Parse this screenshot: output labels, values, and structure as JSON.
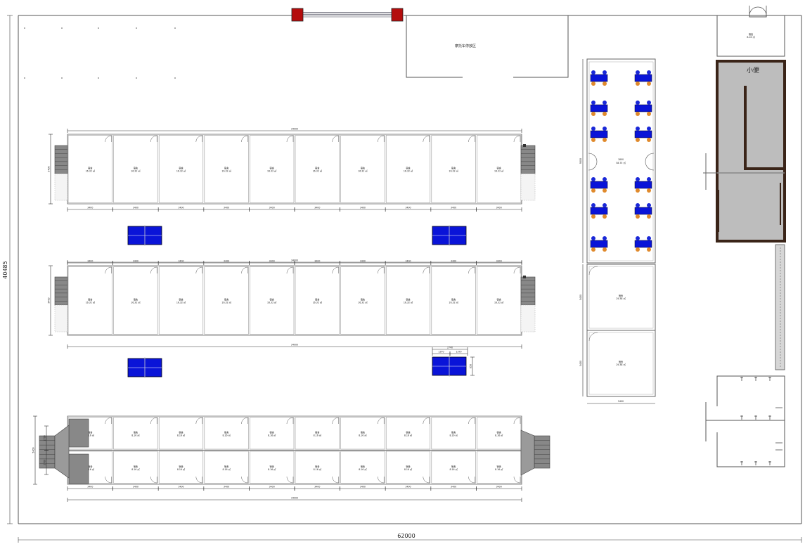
{
  "plan": {
    "overall_width_label": "62000",
    "overall_height_label": "40485",
    "moto_parking_label": "摩托车停放区",
    "urinal_label": "小便",
    "room_label": "宿舍",
    "room_area_label": "16.32 ㎡",
    "small_room_area_label": "8.16 ㎡",
    "office_area_label": "29.38 ㎡",
    "canteen_area_label": "58.75 ㎡",
    "row_length_label": "34000",
    "bay_width_label": "3400",
    "row_depth_label": "5400",
    "canteen_height_label": "9000",
    "canteen_door_label": "1800",
    "office_width_label": "5400",
    "half_depth_label": "2700",
    "table_dim_main": "2740",
    "table_dim_sub": "1370",
    "table_dim_h": "850",
    "colors": {
      "stair": "#888888",
      "table": "#0a14d8",
      "gate": "#b40d0d",
      "chair_top": "#1a28d8",
      "chair_bottom": "#e08a2c",
      "toilet_fill": "#bdbdbd",
      "toilet_wall": "#3a2418"
    }
  }
}
